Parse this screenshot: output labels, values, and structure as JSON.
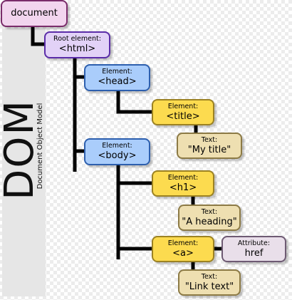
{
  "side_title": "DOM",
  "side_subtitle": "Document Object Model",
  "nodes": {
    "document": {
      "main": "document"
    },
    "html": {
      "caption": "Root element:",
      "main": "<html>"
    },
    "head": {
      "caption": "Element:",
      "main": "<head>"
    },
    "title": {
      "caption": "Element:",
      "main": "<title>"
    },
    "title_text": {
      "caption": "Text:",
      "main": "\"My title\""
    },
    "body": {
      "caption": "Element:",
      "main": "<body>"
    },
    "h1": {
      "caption": "Element:",
      "main": "<h1>"
    },
    "h1_text": {
      "caption": "Text:",
      "main": "\"A heading\""
    },
    "a": {
      "caption": "Element:",
      "main": "<a>"
    },
    "a_attr": {
      "caption": "Attribute:",
      "main": "href"
    },
    "a_text": {
      "caption": "Text:",
      "main": "\"Link text\""
    }
  },
  "colors": {
    "document": "#f2d5ee",
    "root": "#e2d2f7",
    "element_head_body": "#aacdfb",
    "element_leaf": "#fcdb4f",
    "text": "#eedfb1",
    "attribute": "#e9dfea",
    "connector": "#000000"
  }
}
